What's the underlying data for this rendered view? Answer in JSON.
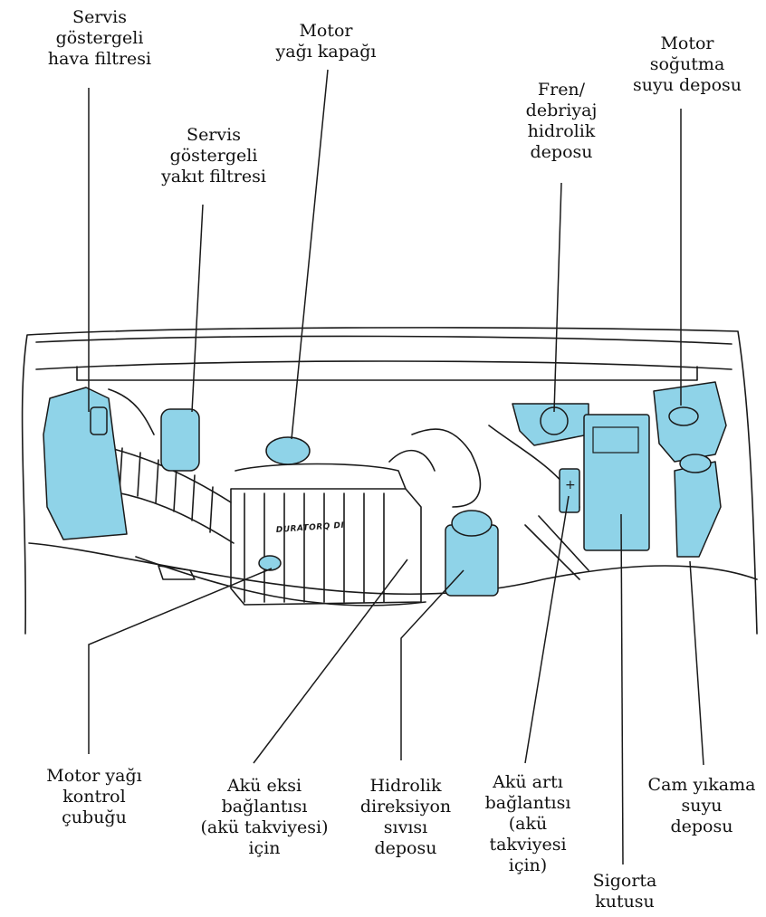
{
  "engine_label": "DURATORQ DI",
  "colors": {
    "highlight": "#8fd3e8",
    "line": "#1a1a1a"
  },
  "labels": {
    "air_filter": [
      "Servis",
      "göstergeli",
      "hava filtresi"
    ],
    "fuel_filter": [
      "Servis",
      "göstergeli",
      "yakıt filtresi"
    ],
    "oil_cap": [
      "Motor",
      "yağı kapağı"
    ],
    "brake_reservoir": [
      "Fren/",
      "debriyaj",
      "hidrolik",
      "deposu"
    ],
    "coolant_tank": [
      "Motor",
      "soğutma",
      "suyu deposu"
    ],
    "dipstick": [
      "Motor yağı",
      "kontrol",
      "çubuğu"
    ],
    "battery_negative": [
      "Akü eksi",
      "bağlantısı",
      "(akü takviyesi)",
      "için"
    ],
    "steering_reservoir": [
      "Hidrolik",
      "direksiyon",
      "sıvısı",
      "deposu"
    ],
    "battery_positive": [
      "Akü artı",
      "bağlantısı",
      "(akü",
      "takviyesi",
      "için)"
    ],
    "fuse_box": [
      "Sigorta",
      "kutusu"
    ],
    "washer_reservoir": [
      "Cam yıkama",
      "suyu",
      "deposu"
    ]
  }
}
